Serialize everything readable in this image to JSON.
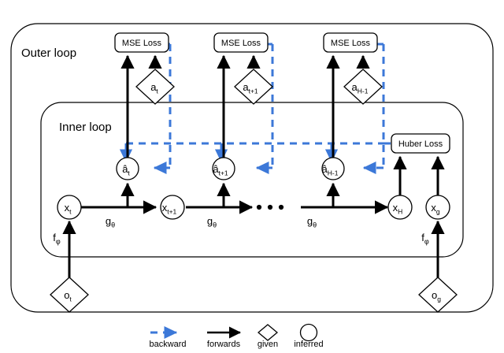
{
  "figure": {
    "outer_loop_label": "Outer loop",
    "inner_loop_label": "Inner loop"
  },
  "losses": [
    {
      "id": "mse-1",
      "label": "MSE Loss"
    },
    {
      "id": "mse-2",
      "label": "MSE Loss"
    },
    {
      "id": "mse-3",
      "label": "MSE Loss"
    },
    {
      "id": "huber",
      "label": "Huber Loss"
    }
  ],
  "given_actions": [
    {
      "id": "a-t",
      "base": "a",
      "sub": "t"
    },
    {
      "id": "a-t1",
      "base": "a",
      "sub": "t+1"
    },
    {
      "id": "a-h1",
      "base": "a",
      "sub": "H-1"
    }
  ],
  "inferred_actions": [
    {
      "id": "ahat-t",
      "base": "â",
      "sub": "t"
    },
    {
      "id": "ahat-t1",
      "base": "â",
      "sub": "t+1"
    },
    {
      "id": "ahat-h1",
      "base": "â",
      "sub": "H-1"
    }
  ],
  "states": [
    {
      "id": "x-t",
      "base": "x",
      "sub": "t"
    },
    {
      "id": "x-t1",
      "base": "x",
      "sub": "t+1"
    },
    {
      "id": "x-h",
      "base": "x",
      "sub": "H"
    },
    {
      "id": "x-g",
      "base": "x",
      "sub": "g"
    }
  ],
  "observations": [
    {
      "id": "o-t",
      "base": "o",
      "sub": "t"
    },
    {
      "id": "o-g",
      "base": "o",
      "sub": "g"
    }
  ],
  "transition_labels": [
    {
      "id": "g-1",
      "base": "g",
      "sub": "θ"
    },
    {
      "id": "g-2",
      "base": "g",
      "sub": "θ"
    },
    {
      "id": "g-3",
      "base": "g",
      "sub": "θ"
    }
  ],
  "encoder_labels": [
    {
      "id": "f-left",
      "base": "f",
      "sub": "φ"
    },
    {
      "id": "f-right",
      "base": "f",
      "sub": "φ"
    }
  ],
  "ellipsis": "...",
  "legend": [
    {
      "id": "legend-backward",
      "label": "backward",
      "marker": "dashed-blue-arrow"
    },
    {
      "id": "legend-forwards",
      "label": "forwards",
      "marker": "solid-black-arrow"
    },
    {
      "id": "legend-given",
      "label": "given",
      "marker": "diamond-outline"
    },
    {
      "id": "legend-inferred",
      "label": "inferred",
      "marker": "circle-outline"
    }
  ],
  "colors": {
    "backward": "#3c78d8",
    "forwards": "#000000",
    "stroke": "#000000",
    "background": "#ffffff"
  }
}
